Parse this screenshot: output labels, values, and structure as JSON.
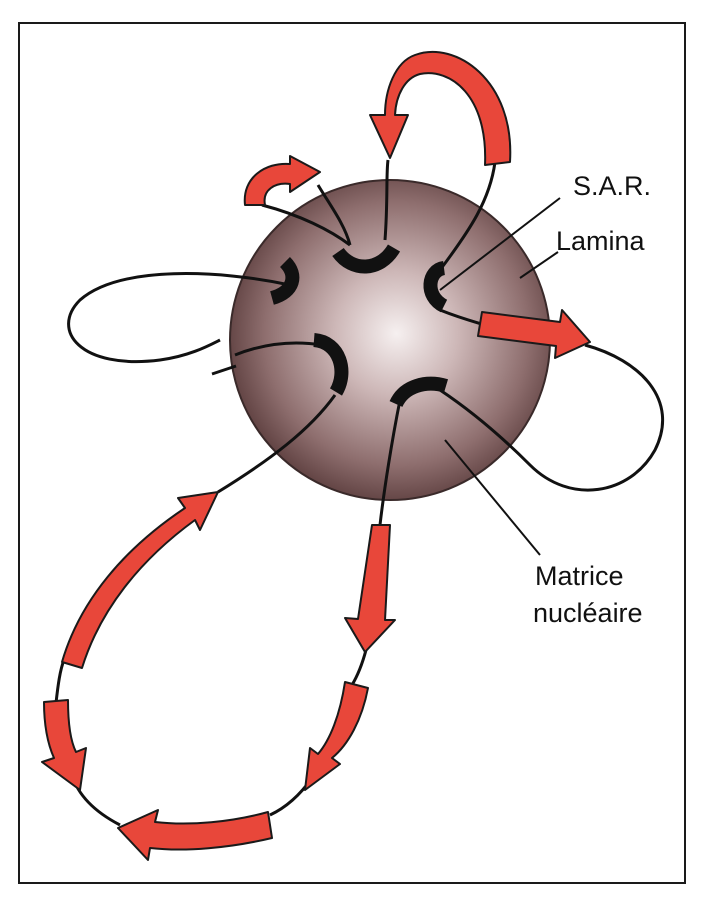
{
  "labels": {
    "sar": "S.A.R.",
    "lamina": "Lamina",
    "matrix_line1": "Matrice",
    "matrix_line2": "nucléaire"
  },
  "colors": {
    "arrow": "#e8473a",
    "arrow_stroke": "#1a1a1a",
    "line": "#111111",
    "sphere_edge": "#5a3c3c",
    "sphere_mid": "#a88a8a",
    "sphere_center": "#f4eeee"
  }
}
